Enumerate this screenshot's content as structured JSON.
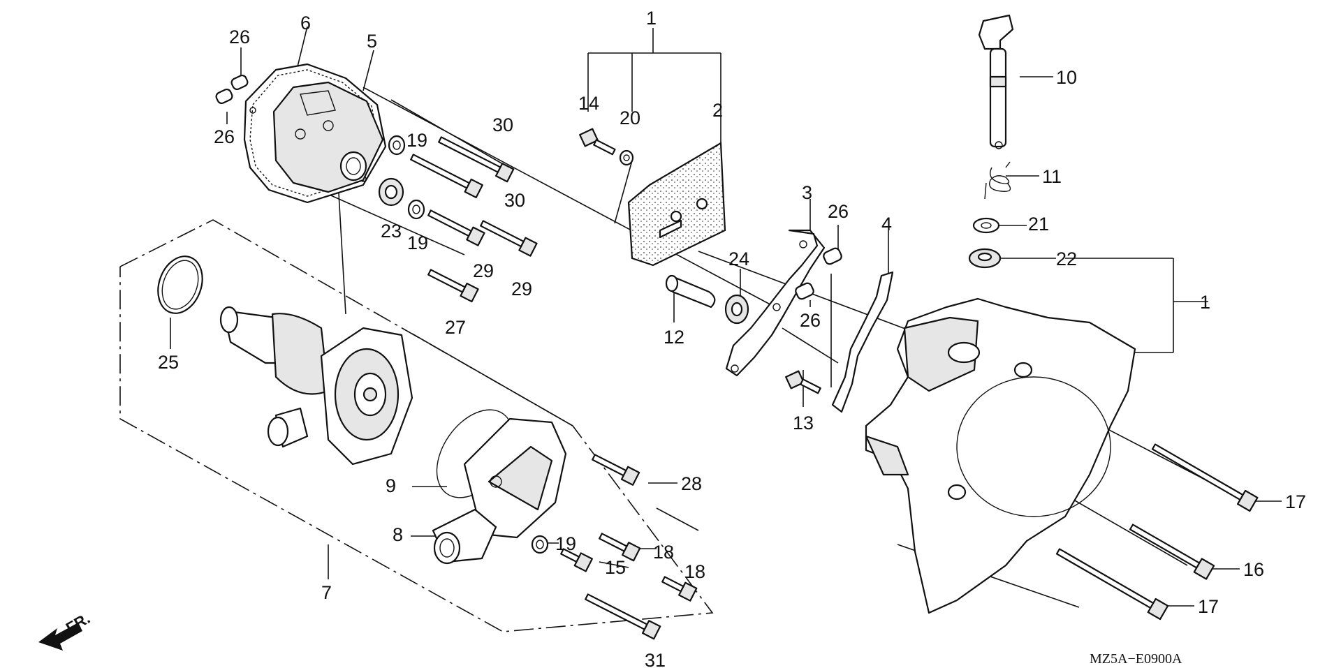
{
  "diagram": {
    "code": "MZ5A−E0900A",
    "direction_label": "FR.",
    "callouts": {
      "c1a": "1",
      "c1b": "1",
      "c2": "2",
      "c3": "3",
      "c4": "4",
      "c5": "5",
      "c6": "6",
      "c7": "7",
      "c8": "8",
      "c9": "9",
      "c10": "10",
      "c11": "11",
      "c12": "12",
      "c13": "13",
      "c14": "14",
      "c15": "15",
      "c16": "16",
      "c17a": "17",
      "c17b": "17",
      "c18a": "18",
      "c18b": "18",
      "c19a": "19",
      "c19b": "19",
      "c19c": "19",
      "c20": "20",
      "c21": "21",
      "c22": "22",
      "c23": "23",
      "c24": "24",
      "c25": "25",
      "c26a": "26",
      "c26b": "26",
      "c26c": "26",
      "c26d": "26",
      "c27": "27",
      "c28": "28",
      "c29a": "29",
      "c29b": "29",
      "c30a": "30",
      "c30b": "30",
      "c31": "31"
    }
  }
}
